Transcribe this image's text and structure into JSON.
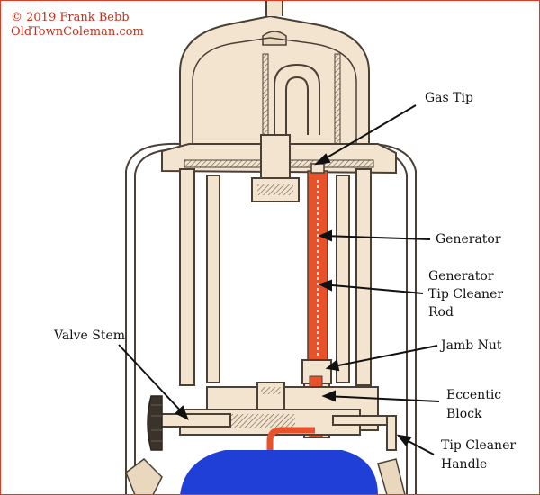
{
  "credit": {
    "copyright": "© 2019 Frank Bebb",
    "website": "OldTownColeman.com"
  },
  "labels": {
    "gas_tip": "Gas Tip",
    "generator": "Generator",
    "tip_cleaner_rod_line1": "Generator",
    "tip_cleaner_rod_line2": "Tip Cleaner",
    "tip_cleaner_rod_line3": "Rod",
    "valve_stem": "Valve Stem",
    "jamb_nut": "Jamb Nut",
    "eccentric_block_line1": "Eccentic",
    "eccentric_block_line2": "Block",
    "tip_cleaner_handle_line1": "Tip Cleaner",
    "tip_cleaner_handle_line2": "Handle"
  },
  "colors": {
    "paper": "#f2e4cf",
    "outline": "#4a4036",
    "highlight": "#e8522a",
    "fount": "#1f3fd6",
    "frame": "#e23a22"
  }
}
